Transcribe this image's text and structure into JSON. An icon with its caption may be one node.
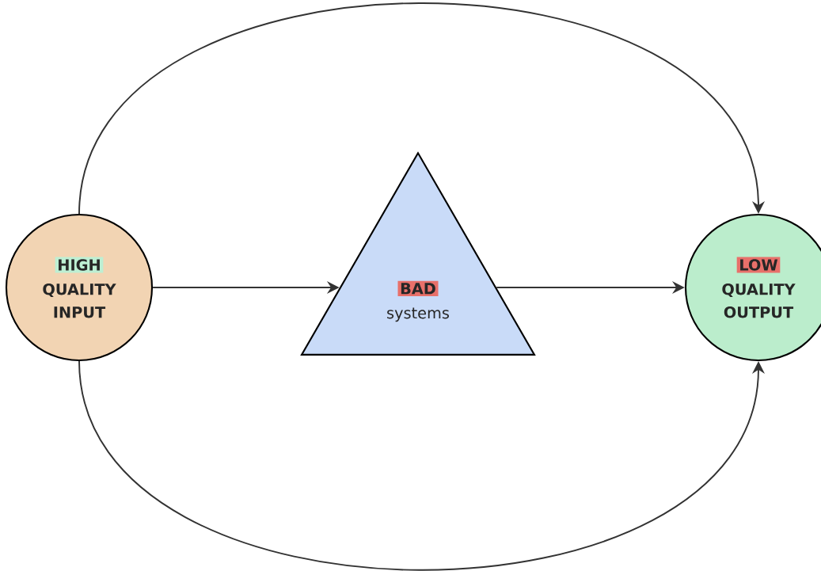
{
  "diagram": {
    "nodes": [
      {
        "text": [
          "HIGH",
          "QUALITY INPUT"
        ]
      },
      {
        "text": [
          "BAD",
          "systems"
        ]
      },
      {
        "text": [
          "LOW",
          "QUALITY OUTPUT"
        ]
      }
    ],
    "edges": [
      {
        "from": 0,
        "to": 1,
        "arrow": "to"
      },
      {
        "from": 1,
        "to": 2,
        "arrow": "to"
      },
      {
        "from": 0,
        "to": 2,
        "arrow": "to"
      },
      {
        "from": 0,
        "to": 2,
        "arrow": "to"
      }
    ]
  }
}
